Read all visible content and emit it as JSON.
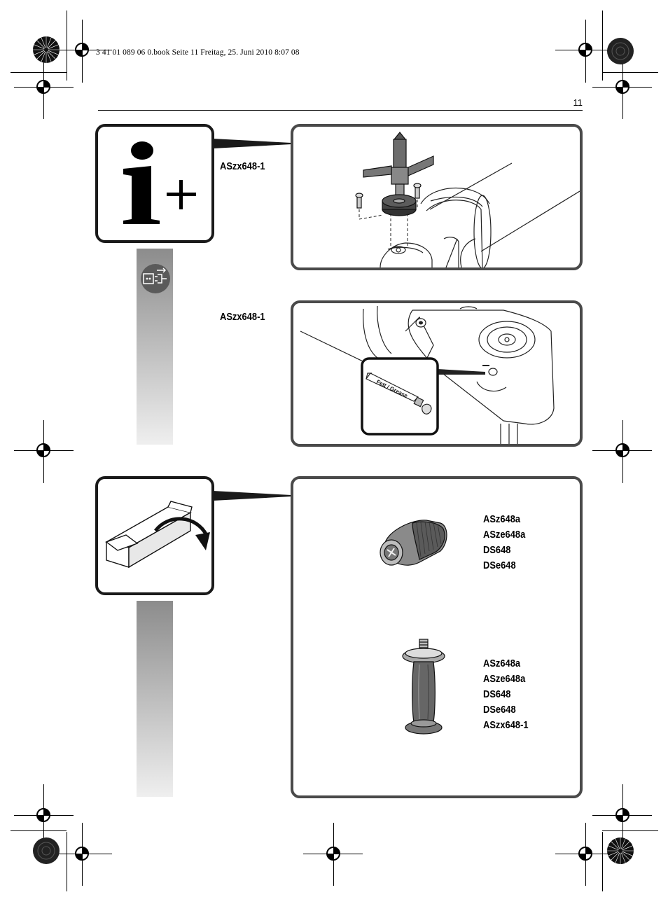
{
  "header": {
    "print_info": "3 41 01 089 06 0.book  Seite 11  Freitag, 25. Juni 2010  8:07 08",
    "page_number": "11"
  },
  "section_info": {
    "icon": "info-plus-icon",
    "icon_text_letter": "i",
    "icon_text_plus": "+",
    "unplug_icon": "unplug-power-icon",
    "panel1_label": "ASzx648-1",
    "panel2_label": "ASzx648-1",
    "grease_tube_text": "Fett / Grease"
  },
  "section_accessories": {
    "icon": "open-box-icon",
    "chuck_models": [
      "ASz648a",
      "ASze648a",
      "DS648",
      "DSe648"
    ],
    "handle_models": [
      "ASz648a",
      "ASze648a",
      "DS648",
      "DSe648",
      "ASzx648-1"
    ]
  },
  "colors": {
    "panel_border": "#4a4a4a",
    "icon_border": "#1a1a1a",
    "gray_bar_top": "#8c8c8c",
    "gray_bar_bottom": "#efefef"
  }
}
